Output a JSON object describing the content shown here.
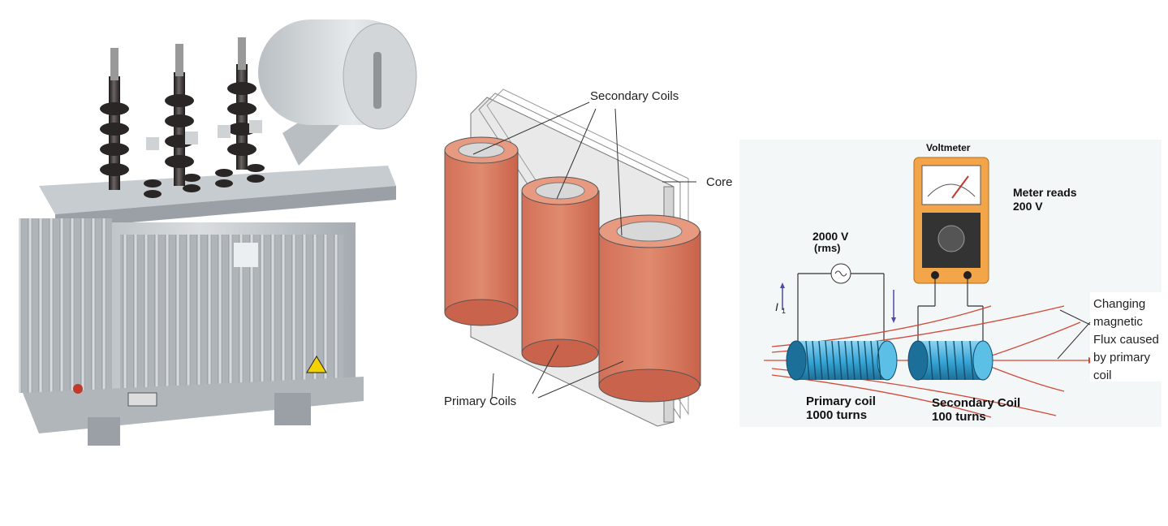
{
  "labels": {
    "secondary_coils": "Secondary Coils",
    "core": "Core",
    "primary_coils": "Primary Coils"
  },
  "circuit": {
    "voltmeter": "Voltmeter",
    "meter_reads_1": "Meter reads",
    "meter_reads_2": "200 V",
    "source_voltage": "2000 V",
    "source_rms": "(rms)",
    "current_symbol": "I",
    "current_subscript": "1",
    "primary_coil": "Primary coil",
    "primary_turns": "1000 turns",
    "secondary_coil": "Secondary Coil",
    "secondary_turns": "100 turns",
    "flux_1": "Changing",
    "flux_2": "magnetic",
    "flux_3": "Flux caused",
    "flux_4": "by primary",
    "flux_5": "coil"
  },
  "colors": {
    "copper": "#d9765b",
    "core_grey": "#e0e0e0",
    "coil_blue": "#3aa8d8",
    "meter_orange": "#f3a54a",
    "flux_red": "#d04a3a"
  }
}
